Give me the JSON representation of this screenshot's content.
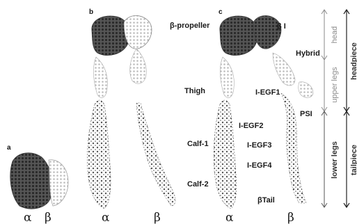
{
  "figure": {
    "panels": [
      {
        "letter": "a",
        "alpha": "α",
        "beta": "β"
      },
      {
        "letter": "b",
        "alpha": "α",
        "beta": "β"
      },
      {
        "letter": "c",
        "alpha": "α",
        "beta": "β"
      }
    ],
    "domain_labels": {
      "beta_propeller": "β-propeller",
      "beta_i": "β I",
      "hybrid": "Hybrid",
      "thigh": "Thigh",
      "i_egf1": "I-EGF1",
      "psi": "PSI",
      "i_egf2": "I-EGF2",
      "calf1": "Calf-1",
      "i_egf3": "I-EGF3",
      "i_egf4": "I-EGF4",
      "calf2": "Calf-2",
      "beta_tail": "βTail"
    },
    "region_labels": {
      "head": "head",
      "upper_legs": "upper legs",
      "lower_legs": "lower legs",
      "headpiece": "headpiece",
      "tailpiece": "tailpiece"
    }
  }
}
